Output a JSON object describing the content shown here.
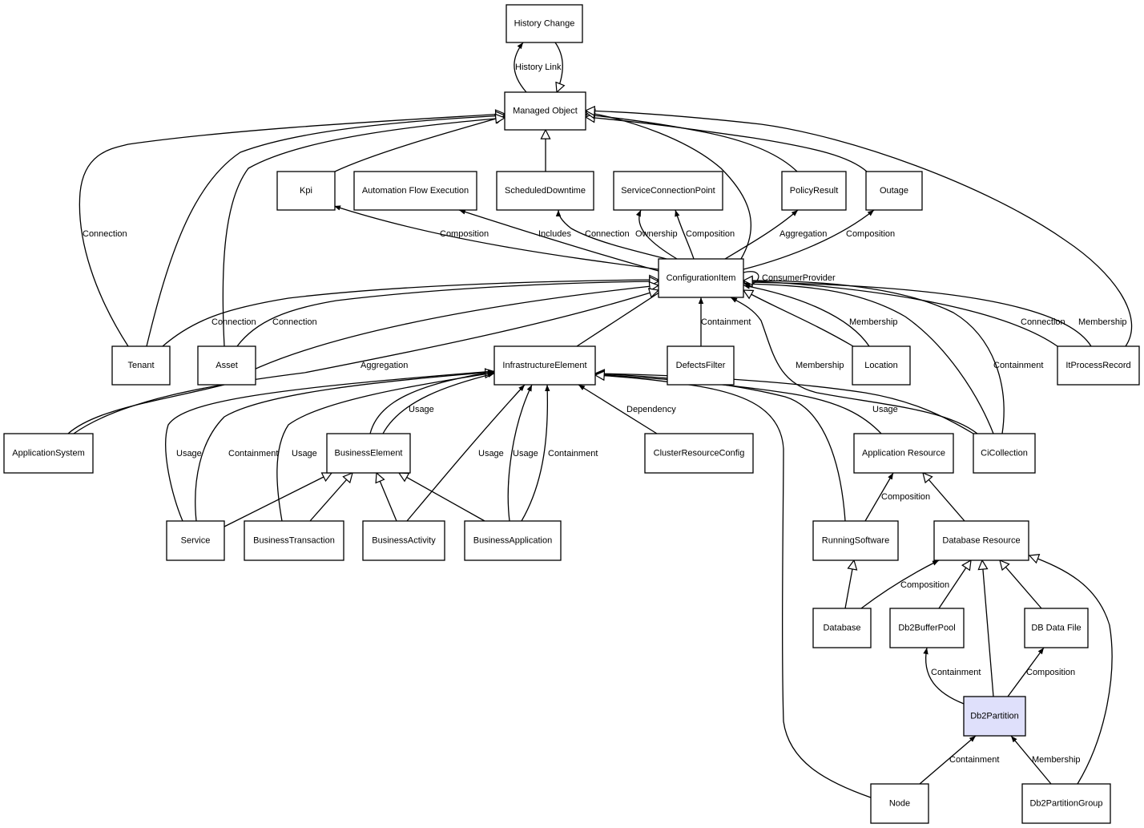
{
  "nodes": {
    "history_change": "History Change",
    "managed_object": "Managed Object",
    "kpi": "Kpi",
    "automation_flow_execution": "Automation Flow Execution",
    "scheduled_downtime": "ScheduledDowntime",
    "service_connection_point": "ServiceConnectionPoint",
    "policy_result": "PolicyResult",
    "outage": "Outage",
    "configuration_item": "ConfigurationItem",
    "tenant": "Tenant",
    "asset": "Asset",
    "infrastructure_element": "InfrastructureElement",
    "defects_filter": "DefectsFilter",
    "location": "Location",
    "it_process_record": "ItProcessRecord",
    "application_system": "ApplicationSystem",
    "business_element": "BusinessElement",
    "cluster_resource_config": "ClusterResourceConfig",
    "application_resource": "Application Resource",
    "ci_collection": "CiCollection",
    "service": "Service",
    "business_transaction": "BusinessTransaction",
    "business_activity": "BusinessActivity",
    "business_application": "BusinessApplication",
    "running_software": "RunningSoftware",
    "database_resource": "Database Resource",
    "database": "Database",
    "db2_buffer_pool": "Db2BufferPool",
    "db_data_file": "DB Data File",
    "db2_partition": "Db2Partition",
    "node": "Node",
    "db2_partition_group": "Db2PartitionGroup"
  },
  "edge_labels": {
    "history_link": "History Link",
    "connection": "Connection",
    "composition": "Composition",
    "includes": "Includes",
    "ownership": "Ownership",
    "aggregation": "Aggregation",
    "consumer_provider": "ConsumerProvider",
    "containment": "Containment",
    "membership": "Membership",
    "usage": "Usage",
    "dependency": "Dependency"
  },
  "colors": {
    "highlight_node_fill": "#dfe0fb",
    "node_fill": "#ffffff",
    "line": "#000000"
  }
}
